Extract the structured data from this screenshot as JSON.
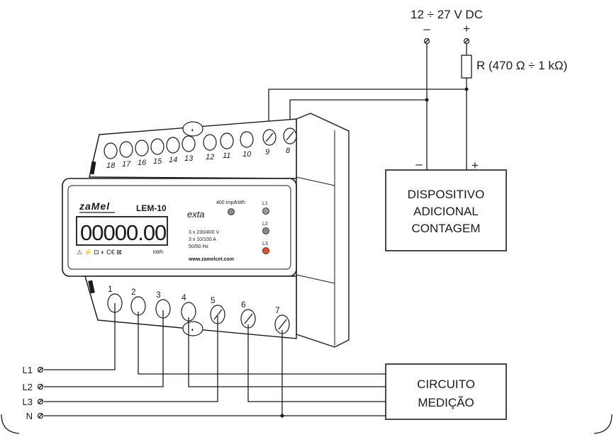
{
  "supply": {
    "voltage": "12 ÷ 27 V DC",
    "minus": "–",
    "plus": "+"
  },
  "resistor": {
    "label": "R (470 Ω ÷ 1 kΩ)"
  },
  "device_box": {
    "minus": "–",
    "plus": "+",
    "line1": "DISPOSITIVO",
    "line2": "ADICIONAL",
    "line3": "CONTAGEM"
  },
  "circuit_box": {
    "line1": "CIRCUITO",
    "line2": "MEDIÇÃO"
  },
  "meter": {
    "brand": "zaMel",
    "model": "LEM-10",
    "logo": "exta",
    "display": "00000.00",
    "unit": "kWh",
    "imp": "400 imp/kWh",
    "spec1": "3 x 230/400 V",
    "spec2": "3 x 10/100 A",
    "spec3": "50/60 Hz",
    "website": "www.zamelcet.com",
    "led_labels": [
      "L1",
      "L2",
      "L3"
    ],
    "top_terminals": [
      "18",
      "17",
      "16",
      "15",
      "14",
      "13",
      "12",
      "11",
      "10",
      "9",
      "8"
    ],
    "bottom_terminals": [
      "1",
      "2",
      "3",
      "4",
      "5",
      "6",
      "7"
    ],
    "symbols": "⚠ ⚡ ⊡ ◐ C€ ⊠"
  },
  "lines": [
    {
      "label": "L1",
      "sym": "⌀"
    },
    {
      "label": "L2",
      "sym": "⌀"
    },
    {
      "label": "L3",
      "sym": "⌀"
    },
    {
      "label": "N",
      "sym": "⌀"
    }
  ],
  "colors": {
    "l3_led": "#f04a1e",
    "led_gray": "#8a8a8a",
    "body": "#ffffff",
    "line": "#1a1a1a"
  }
}
